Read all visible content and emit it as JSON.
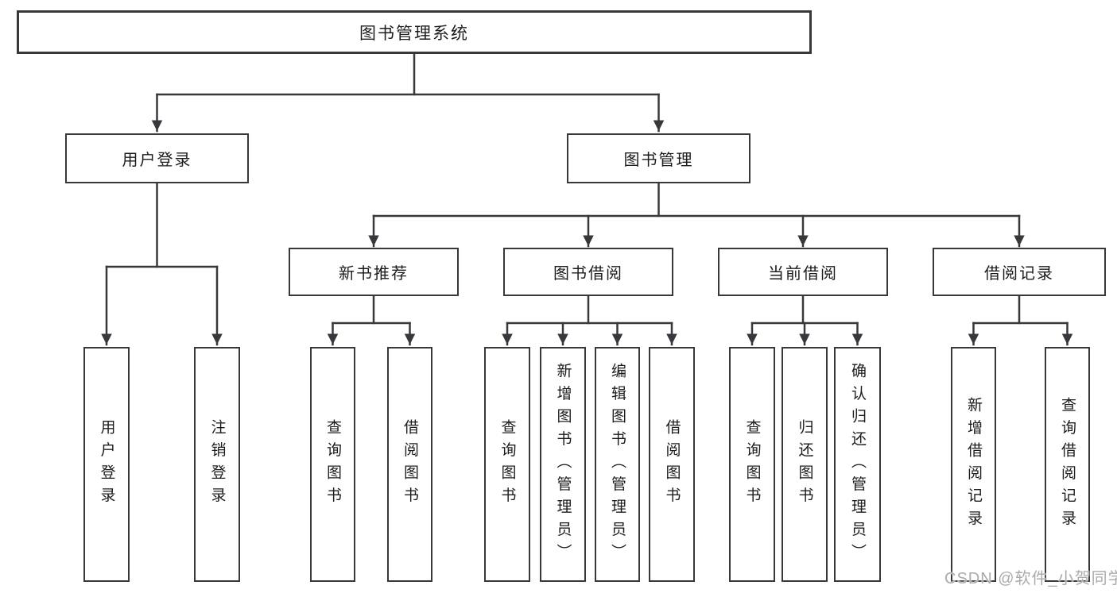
{
  "diagram": {
    "kind": "hierarchy-tree",
    "colors": {
      "line": "#38383c",
      "box_border": "#38383c",
      "box_fill": "#ffffff",
      "text": "#1c1c1c",
      "watermark": "#ababab",
      "background": "#ffffff"
    }
  },
  "tree": {
    "root": {
      "label": "图书管理系统"
    },
    "branches": [
      {
        "label": "用户登录",
        "children": [
          {
            "label": "用户登录"
          },
          {
            "label": "注销登录"
          }
        ]
      },
      {
        "label": "图书管理",
        "children": [
          {
            "label": "新书推荐",
            "children": [
              {
                "label": "查询图书"
              },
              {
                "label": "借阅图书"
              }
            ]
          },
          {
            "label": "图书借阅",
            "children": [
              {
                "label": "查询图书"
              },
              {
                "label": "新增图书（管理员）"
              },
              {
                "label": "编辑图书（管理员）"
              },
              {
                "label": "借阅图书"
              }
            ]
          },
          {
            "label": "当前借阅",
            "children": [
              {
                "label": "查询图书"
              },
              {
                "label": "归还图书"
              },
              {
                "label": "确认归还（管理员）"
              }
            ]
          },
          {
            "label": "借阅记录",
            "children": [
              {
                "label": "新增借阅记录"
              },
              {
                "label": "查询借阅记录"
              }
            ]
          }
        ]
      }
    ]
  },
  "watermark": {
    "text": "CSDN @软件_小贺同学"
  }
}
